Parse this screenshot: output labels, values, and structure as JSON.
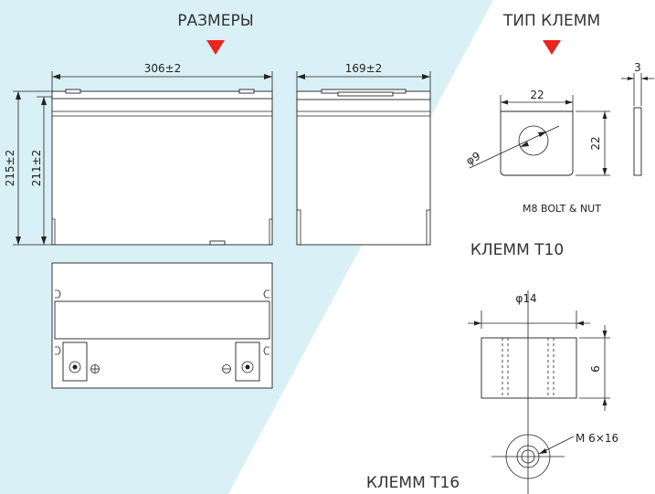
{
  "headings": {
    "dimensions": "РАЗМЕРЫ",
    "terminal_type": "ТИП КЛЕММ",
    "terminal_t10": "КЛЕММ  T10",
    "terminal_t16": "КЛЕММ  T16"
  },
  "dimensions": {
    "length": "306±2",
    "width": "169±2",
    "total_height": "215±2",
    "case_height": "211±2"
  },
  "terminal_m8": {
    "width": "22",
    "height": "22",
    "hole_diameter": "φ9",
    "thickness": "3",
    "name": "M8 BOLT & NUT"
  },
  "terminal_t16": {
    "diameter": "φ14",
    "height": "6",
    "bolt": "M 6×16"
  },
  "colors": {
    "accent_marker": "#e8251f",
    "background_stripe": "#d9f0f6",
    "line": "#222222"
  }
}
